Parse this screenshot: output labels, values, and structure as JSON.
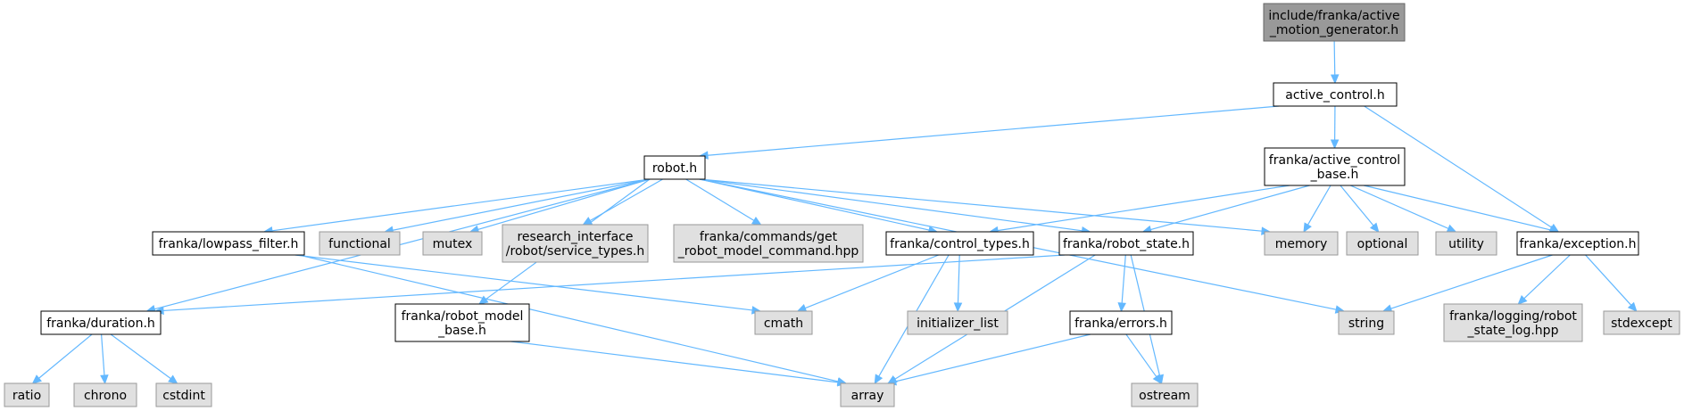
{
  "colors": {
    "edge": "#63b8ff",
    "root_fill": "#999999",
    "root_stroke": "#666666",
    "internal_fill": "#ffffff",
    "internal_stroke": "#000000",
    "external_fill": "#e0e0e0",
    "external_stroke": "#999999"
  },
  "nodes": [
    {
      "id": "root",
      "kind": "root",
      "lines": [
        "include/franka/active",
        "_motion_generator.h"
      ]
    },
    {
      "id": "active_control",
      "kind": "internal",
      "lines": [
        "active_control.h"
      ]
    },
    {
      "id": "robot",
      "kind": "internal",
      "lines": [
        "robot.h"
      ]
    },
    {
      "id": "active_control_base",
      "kind": "internal",
      "lines": [
        "franka/active_control",
        "_base.h"
      ]
    },
    {
      "id": "lowpass_filter",
      "kind": "internal",
      "lines": [
        "franka/lowpass_filter.h"
      ]
    },
    {
      "id": "functional",
      "kind": "external",
      "lines": [
        "functional"
      ]
    },
    {
      "id": "mutex",
      "kind": "external",
      "lines": [
        "mutex"
      ]
    },
    {
      "id": "service_types",
      "kind": "external",
      "lines": [
        "research_interface",
        "/robot/service_types.h"
      ]
    },
    {
      "id": "get_robot_model",
      "kind": "external",
      "lines": [
        "franka/commands/get",
        "_robot_model_command.hpp"
      ]
    },
    {
      "id": "control_types",
      "kind": "internal",
      "lines": [
        "franka/control_types.h"
      ]
    },
    {
      "id": "robot_state",
      "kind": "internal",
      "lines": [
        "franka/robot_state.h"
      ]
    },
    {
      "id": "memory",
      "kind": "external",
      "lines": [
        "memory"
      ]
    },
    {
      "id": "optional",
      "kind": "external",
      "lines": [
        "optional"
      ]
    },
    {
      "id": "utility",
      "kind": "external",
      "lines": [
        "utility"
      ]
    },
    {
      "id": "exception",
      "kind": "internal",
      "lines": [
        "franka/exception.h"
      ]
    },
    {
      "id": "duration",
      "kind": "internal",
      "lines": [
        "franka/duration.h"
      ]
    },
    {
      "id": "robot_model_base",
      "kind": "internal",
      "lines": [
        "franka/robot_model",
        "_base.h"
      ]
    },
    {
      "id": "cmath",
      "kind": "external",
      "lines": [
        "cmath"
      ]
    },
    {
      "id": "initializer_list",
      "kind": "external",
      "lines": [
        "initializer_list"
      ]
    },
    {
      "id": "errors",
      "kind": "internal",
      "lines": [
        "franka/errors.h"
      ]
    },
    {
      "id": "string",
      "kind": "external",
      "lines": [
        "string"
      ]
    },
    {
      "id": "robot_state_log",
      "kind": "external",
      "lines": [
        "franka/logging/robot",
        "_state_log.hpp"
      ]
    },
    {
      "id": "stdexcept",
      "kind": "external",
      "lines": [
        "stdexcept"
      ]
    },
    {
      "id": "ratio",
      "kind": "external",
      "lines": [
        "ratio"
      ]
    },
    {
      "id": "chrono",
      "kind": "external",
      "lines": [
        "chrono"
      ]
    },
    {
      "id": "cstdint",
      "kind": "external",
      "lines": [
        "cstdint"
      ]
    },
    {
      "id": "array",
      "kind": "external",
      "lines": [
        "array"
      ]
    },
    {
      "id": "ostream",
      "kind": "external",
      "lines": [
        "ostream"
      ]
    }
  ],
  "edges": [
    [
      "root",
      "active_control"
    ],
    [
      "active_control",
      "robot"
    ],
    [
      "active_control",
      "active_control_base"
    ],
    [
      "active_control",
      "exception"
    ],
    [
      "robot",
      "duration"
    ],
    [
      "robot",
      "lowpass_filter"
    ],
    [
      "robot",
      "functional"
    ],
    [
      "robot",
      "mutex"
    ],
    [
      "robot",
      "service_types"
    ],
    [
      "robot",
      "get_robot_model"
    ],
    [
      "robot",
      "control_types"
    ],
    [
      "robot",
      "robot_state"
    ],
    [
      "robot",
      "memory"
    ],
    [
      "robot",
      "string"
    ],
    [
      "robot",
      "robot_model_base"
    ],
    [
      "active_control_base",
      "control_types"
    ],
    [
      "active_control_base",
      "robot_state"
    ],
    [
      "active_control_base",
      "memory"
    ],
    [
      "active_control_base",
      "optional"
    ],
    [
      "active_control_base",
      "utility"
    ],
    [
      "active_control_base",
      "exception"
    ],
    [
      "lowpass_filter",
      "array"
    ],
    [
      "lowpass_filter",
      "cmath"
    ],
    [
      "control_types",
      "cmath"
    ],
    [
      "control_types",
      "initializer_list"
    ],
    [
      "control_types",
      "array"
    ],
    [
      "robot_state",
      "duration"
    ],
    [
      "robot_state",
      "errors"
    ],
    [
      "robot_state",
      "array"
    ],
    [
      "robot_state",
      "ostream"
    ],
    [
      "exception",
      "string"
    ],
    [
      "exception",
      "robot_state_log"
    ],
    [
      "exception",
      "stdexcept"
    ],
    [
      "duration",
      "ratio"
    ],
    [
      "duration",
      "chrono"
    ],
    [
      "duration",
      "cstdint"
    ],
    [
      "robot_model_base",
      "array"
    ],
    [
      "errors",
      "array"
    ],
    [
      "errors",
      "ostream"
    ]
  ]
}
